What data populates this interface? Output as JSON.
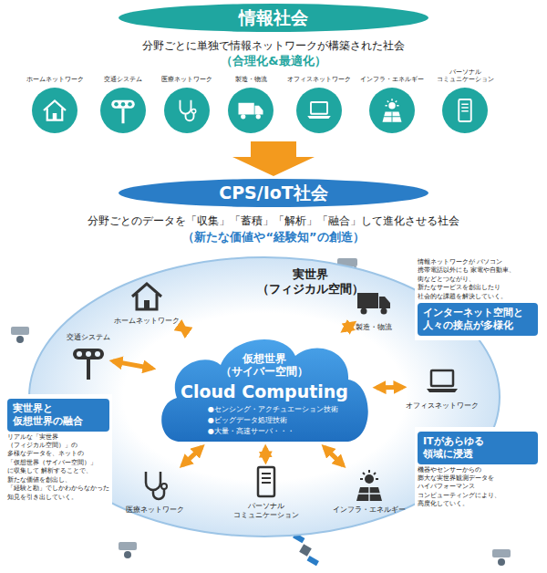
{
  "diagram": {
    "nodes": [
      {
        "text": [
          "情報社会"
        ]
      },
      {
        "text": [
          "ホームネットワーク"
        ]
      },
      {
        "text": [
          "交通システム"
        ]
      },
      {
        "text": [
          "医療ネットワーク"
        ]
      },
      {
        "text": [
          "製造・物流"
        ]
      },
      {
        "text": [
          "オフィスネットワーク"
        ]
      },
      {
        "text": [
          "インフラ・エネルギー"
        ]
      },
      {
        "text": [
          "パーソナル コミュニケーション"
        ]
      },
      {
        "text": [
          "CPS/IoT社会"
        ]
      },
      {
        "text": [
          "実世界 （フィジカル空間）"
        ]
      },
      {
        "text": [
          "仮想世界 （サイバー空間）",
          "Cloud Computing",
          "●センシング・アクチュエーション技術",
          "●ビッグデータ処理技術",
          "●大量・高速サーバ・・・"
        ],
        "in": 9
      },
      {
        "text": [
          "ホームネットワーク"
        ],
        "in": 9
      },
      {
        "text": [
          "製造・物流"
        ],
        "in": 9
      },
      {
        "text": [
          "交通システム"
        ],
        "in": 9
      },
      {
        "text": [
          "オフィスネットワーク"
        ],
        "in": 9
      },
      {
        "text": [
          "医療ネットワーク"
        ],
        "in": 9
      },
      {
        "text": [
          "パーソナル コミュニケーション"
        ],
        "in": 9
      },
      {
        "text": [
          "インフラ・エネルギー"
        ],
        "in": 9
      },
      {
        "text": [
          "情報ネットワークが パソコン 携帯電話以外にも 家電や自動車、街などとつながり、 新たなサービスを創出したり 社会的な課題を解決していく。",
          "インターネット空間と 人々の接点が多様化"
        ]
      },
      {
        "text": [
          "実世界と 仮想世界の融合",
          "リアルな「実世界（フィジカル空間）」の 多様なデータを、ネットの 「仮想世界（サイバー空間）」に収集して 解析することで、新たな価値を創出し、 「経験と勘」でしかわからなかった 知見を引き出していく。"
        ]
      },
      {
        "text": [
          "ITがあらゆる 領域に浸透",
          "機器やセンサーからの 膨大な実世界観測データを ハイパフォーマンス コンピューティングにより、 高度化していく。"
        ]
      }
    ],
    "edges": [
      {
        "from": 10,
        "to": 11,
        "arrow": "both"
      },
      {
        "from": 10,
        "to": 12,
        "arrow": "both"
      },
      {
        "from": 10,
        "to": 13,
        "arrow": "both"
      },
      {
        "from": 10,
        "to": 14,
        "arrow": "both"
      },
      {
        "from": 10,
        "to": 15,
        "arrow": "both"
      },
      {
        "from": 10,
        "to": 16,
        "arrow": "both"
      },
      {
        "from": 10,
        "to": 17,
        "arrow": "both"
      }
    ],
    "labels": [
      "分野ごとに単独で情報ネットワークが構築された社会",
      "（合理化&最適化）",
      "分野ごとのデータを「収集」「蓄積」「解析」「融合」して進化させる社会",
      "（新たな価値や“経験知”の創造）"
    ]
  }
}
